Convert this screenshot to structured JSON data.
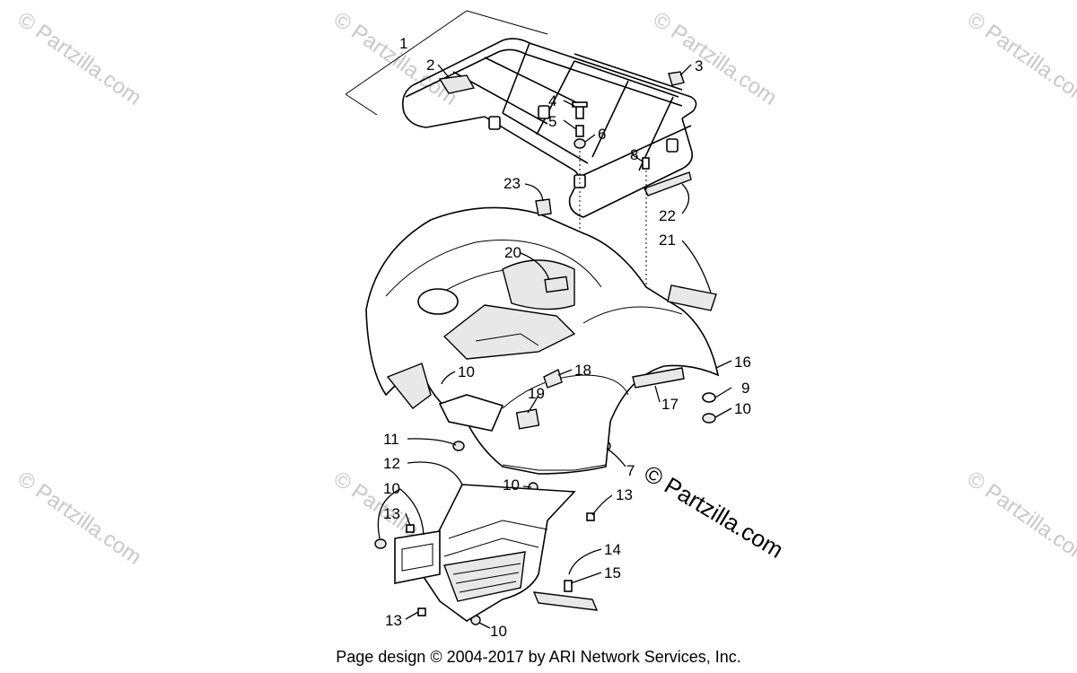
{
  "watermark": "© Partzilla.com",
  "copyright_overlay": "© Partzilla.com",
  "footer": "Page design © 2004-2017 by ARI Network Services, Inc.",
  "callouts": [
    "1",
    "2",
    "3",
    "4",
    "5",
    "6",
    "8",
    "23",
    "22",
    "21",
    "20",
    "18",
    "19",
    "16",
    "9",
    "10",
    "10",
    "17",
    "11",
    "7",
    "12",
    "10",
    "13",
    "10",
    "13",
    "14",
    "15",
    "13",
    "10"
  ],
  "parts": {
    "rack": "rear-rack",
    "fender": "rear-fender",
    "footwell": "footwell-panel",
    "step": "step-plate"
  }
}
